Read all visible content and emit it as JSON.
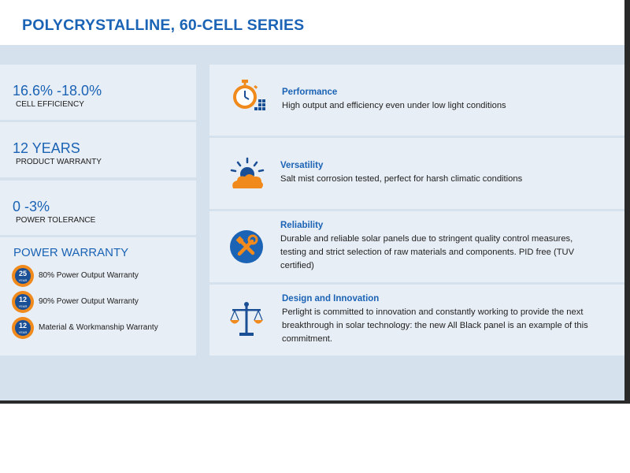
{
  "header": {
    "title": "POLYCRYSTALLINE, 60-CELL SERIES"
  },
  "stats": [
    {
      "value": "16.6% -18.0%",
      "label": "CELL EFFICIENCY"
    },
    {
      "value": "12 YEARS",
      "label": "PRODUCT WARRANTY"
    },
    {
      "value": "0 -3%",
      "label": "POWER TOLERANCE"
    }
  ],
  "power_warranty": {
    "title": "POWER WARRANTY",
    "items": [
      {
        "badge_number": "25",
        "badge_unit": "YEAR",
        "label": "80% Power Output Warranty"
      },
      {
        "badge_number": "12",
        "badge_unit": "YEAR",
        "label": "90% Power Output Warranty"
      },
      {
        "badge_number": "12",
        "badge_unit": "YEAR",
        "label": "Material & Workmanship Warranty"
      }
    ]
  },
  "features": [
    {
      "icon": "stopwatch-icon",
      "title": "Performance",
      "description": "High output and efficiency even under low light conditions"
    },
    {
      "icon": "sun-cloud-icon",
      "title": "Versatility",
      "description": "Salt mist corrosion tested, perfect for harsh climatic conditions"
    },
    {
      "icon": "tools-icon",
      "title": "Reliability",
      "description": "Durable and reliable solar panels due to stringent quality control measures, testing and strict selection of raw materials and components. PID free (TUV certified)"
    },
    {
      "icon": "scales-icon",
      "title": "Design and Innovation",
      "description": "Perlight is committed to innovation and constantly working to provide the next breakthrough in solar technology: the new All Black panel is an example of this commitment."
    }
  ],
  "colors": {
    "brand_blue": "#1a63b5",
    "accent_orange": "#f08a1c",
    "panel_bg": "#e8eef5",
    "page_bg": "#d6e1ee"
  }
}
